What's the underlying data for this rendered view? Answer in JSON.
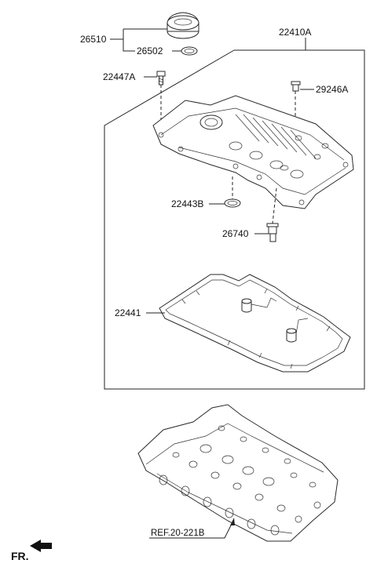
{
  "parts": {
    "p26510": "26510",
    "p26502": "26502",
    "p22410A": "22410A",
    "p22447A": "22447A",
    "p29246A": "29246A",
    "p22443B": "22443B",
    "p26740": "26740",
    "p22441": "22441"
  },
  "reference": "REF.20-221B",
  "direction_label": "FR.",
  "icons": {
    "direction": "front-arrow-icon"
  }
}
